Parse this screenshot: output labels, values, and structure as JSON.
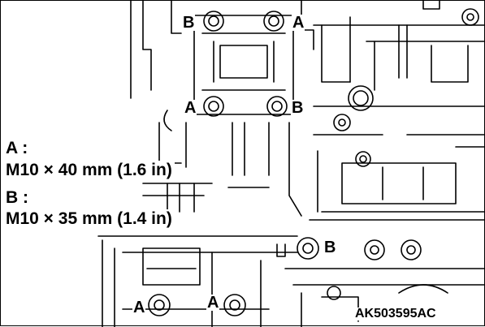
{
  "bolt_labels": {
    "top_left": "B",
    "top_right": "A",
    "mid_left": "A",
    "mid_right": "B",
    "right": "B",
    "bottom_left": "A",
    "bottom_center": "A"
  },
  "legend": {
    "a_key": "A :",
    "a_spec": "M10 × 40 mm (1.6 in)",
    "b_key": "B :",
    "b_spec": "M10 × 35 mm (1.4 in)"
  },
  "figure_code": "AK503595AC"
}
